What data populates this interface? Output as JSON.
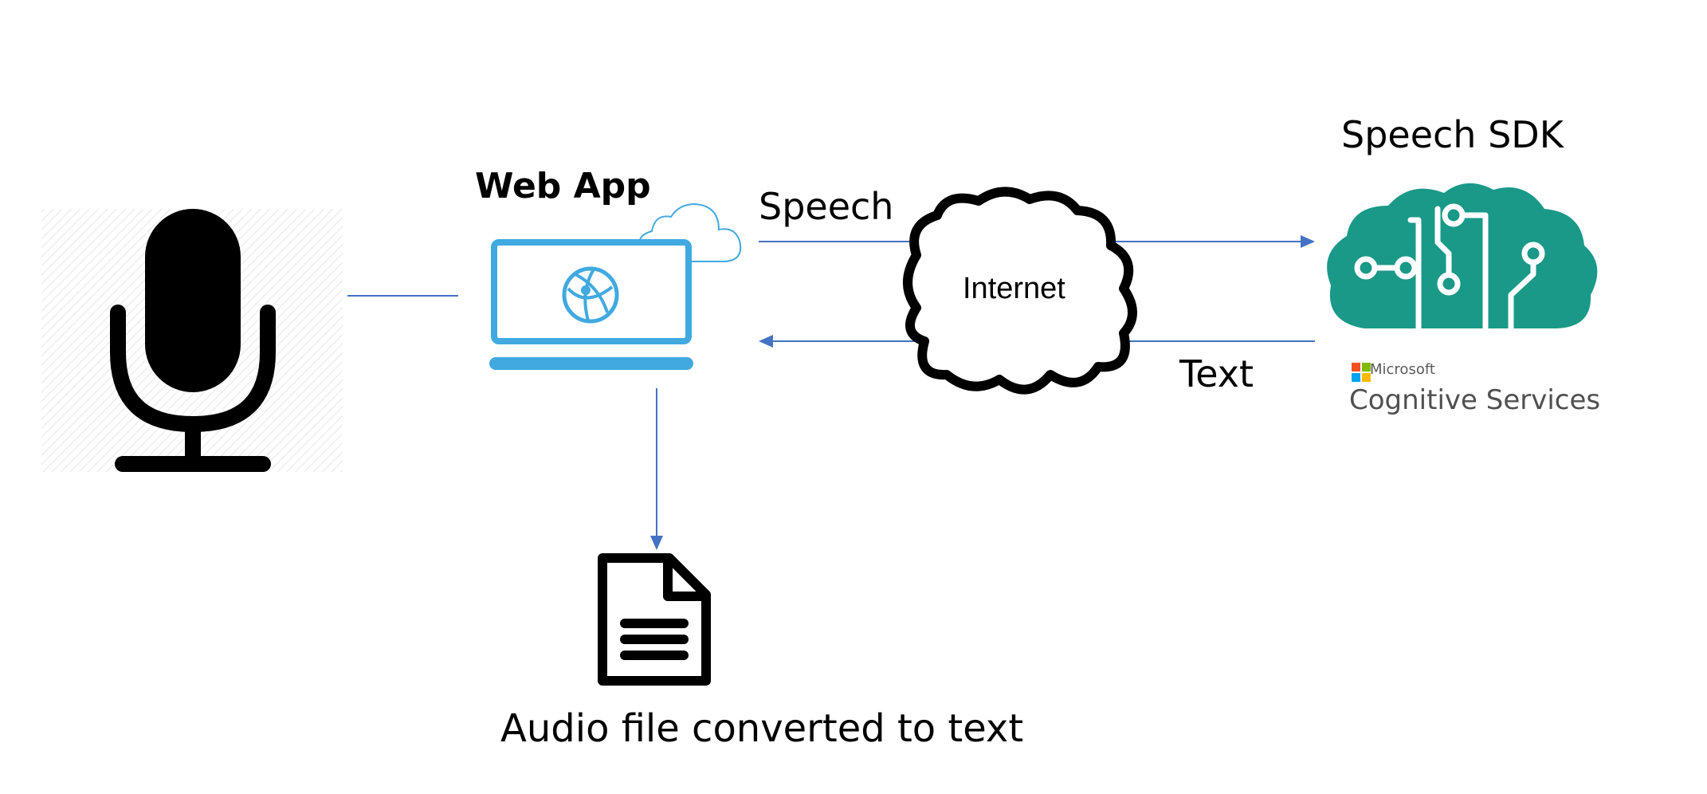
{
  "labels": {
    "web_app": "Web App",
    "speech": "Speech",
    "text": "Text",
    "internet": "Internet",
    "speech_sdk": "Speech SDK",
    "microsoft": "Microsoft",
    "cognitive_services": "Cognitive Services",
    "output": "Audio file converted to text"
  },
  "icons": {
    "input": "microphone-icon",
    "app": "laptop-icon",
    "cloud_badge": "cloud-icon",
    "network": "cloud-icon",
    "service": "brain-circuit-icon",
    "vendor": "microsoft-logo-icon",
    "output": "document-icon"
  },
  "colors": {
    "connector": "#4472c4",
    "laptop": "#41a9e0",
    "brain": "#1a9988",
    "ms_red": "#f25022",
    "ms_green": "#7fba00",
    "ms_blue": "#00a4ef",
    "ms_yellow": "#ffb900"
  }
}
